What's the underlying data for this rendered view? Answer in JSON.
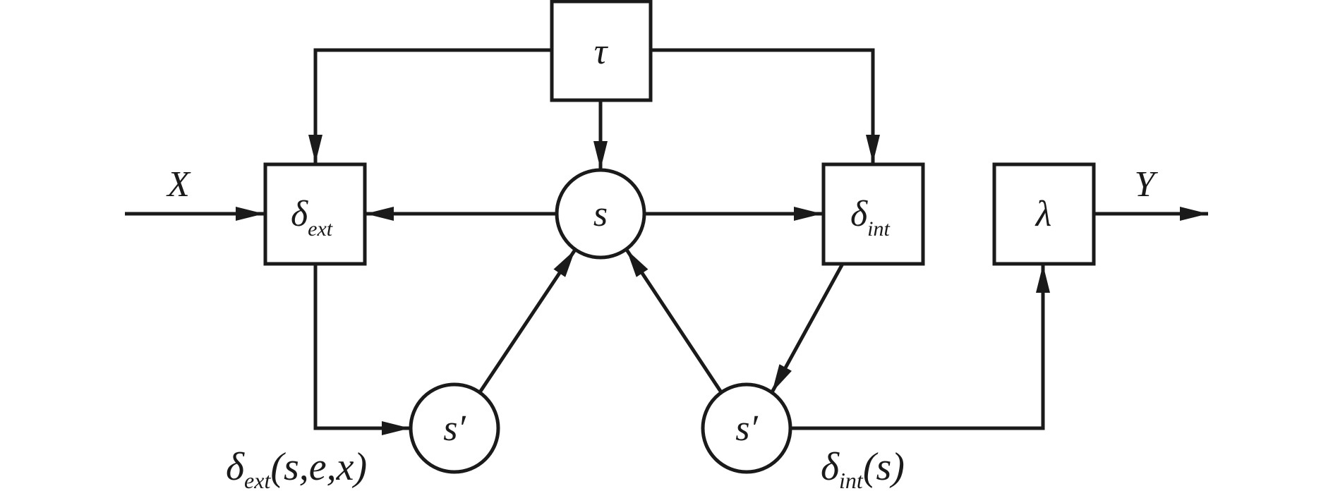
{
  "diagram": {
    "type": "DEVS atomic model block diagram",
    "nodes": {
      "tau": {
        "kind": "box",
        "symbol": "τ"
      },
      "delta_ext": {
        "kind": "box",
        "symbol": "δ",
        "subscript": "ext"
      },
      "s": {
        "kind": "circle",
        "symbol": "s"
      },
      "delta_int": {
        "kind": "box",
        "symbol": "δ",
        "subscript": "int"
      },
      "lambda": {
        "kind": "box",
        "symbol": "λ"
      },
      "s_prime_ext": {
        "kind": "circle",
        "symbol": "s′"
      },
      "s_prime_int": {
        "kind": "circle",
        "symbol": "s′"
      }
    },
    "labels": {
      "input": "X",
      "output": "Y",
      "ext_transition": {
        "symbol": "δ",
        "subscript": "ext",
        "args": "(s,e,x)"
      },
      "int_transition": {
        "symbol": "δ",
        "subscript": "int",
        "args": "(s)"
      }
    },
    "edges": [
      {
        "from": "X",
        "to": "delta_ext"
      },
      {
        "from": "tau",
        "to": "delta_ext"
      },
      {
        "from": "tau",
        "to": "s"
      },
      {
        "from": "tau",
        "to": "delta_int"
      },
      {
        "from": "s",
        "to": "delta_ext"
      },
      {
        "from": "s",
        "to": "delta_int"
      },
      {
        "from": "delta_ext",
        "to": "s_prime_ext"
      },
      {
        "from": "s_prime_ext",
        "to": "s"
      },
      {
        "from": "delta_int",
        "to": "s_prime_int"
      },
      {
        "from": "s_prime_int",
        "to": "s"
      },
      {
        "from": "s_prime_int",
        "to": "lambda"
      },
      {
        "from": "lambda",
        "to": "Y"
      }
    ],
    "colors": {
      "stroke": "#1a1a1a",
      "background": "#ffffff"
    }
  }
}
